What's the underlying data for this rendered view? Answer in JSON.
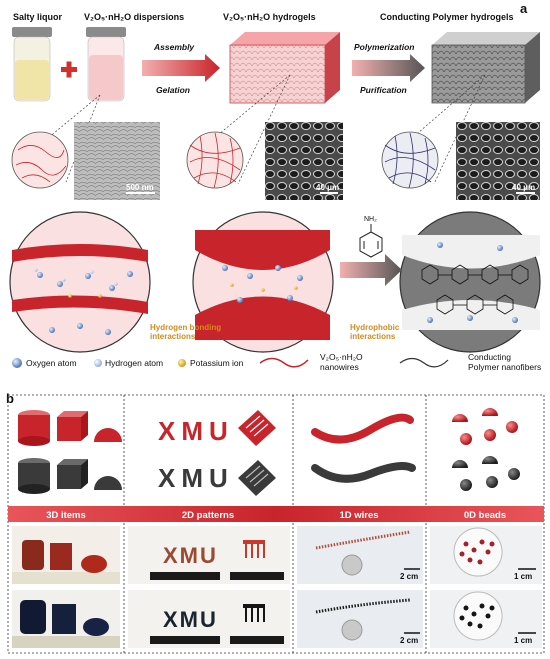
{
  "panel_a": {
    "label": "a",
    "stage_labels": {
      "salty_liquor": "Salty liquor",
      "v2o5_dispersions": "V₂O₅·nH₂O dispersions",
      "v2o5_hydrogels": "V₂O₅·nH₂O hydrogels",
      "conducting_polymer_hydrogels": "Conducting Polymer hydrogels"
    },
    "arrow1": {
      "top": "Assembly",
      "bottom": "Gelation"
    },
    "arrow2": {
      "top": "Polymerization",
      "bottom": "Purification"
    },
    "scale_bars": {
      "tem": "500 nm",
      "sem1": "40 μm",
      "sem2": "40 μm"
    },
    "aniline_label": "NH₂",
    "interactions": {
      "hydrogen_bonding": "Hydrogen bonding\ninteractions",
      "hydrophobic": "Hydrophobic\ninteractions"
    },
    "legend": {
      "oxygen": "Oxygen atom",
      "hydrogen": "Hydrogen atom",
      "potassium": "Potassium ion",
      "nanowires": "V₂O₅·nH₂O\nnanowires",
      "nanofibers": "Conducting\nPolymer nanofibers"
    }
  },
  "panel_b": {
    "label": "b",
    "categories": [
      "3D items",
      "2D patterns",
      "1D wires",
      "0D beads"
    ],
    "letters": "XMU",
    "scale_labels": [
      "2 cm",
      "2 cm",
      "1 cm",
      "1 cm"
    ]
  },
  "colors": {
    "red": "#c8242b",
    "dark": "#3a3a3a",
    "blue_atom": "#5b86c6",
    "gold_atom": "#e2b12a",
    "banner": "#d2363a"
  }
}
